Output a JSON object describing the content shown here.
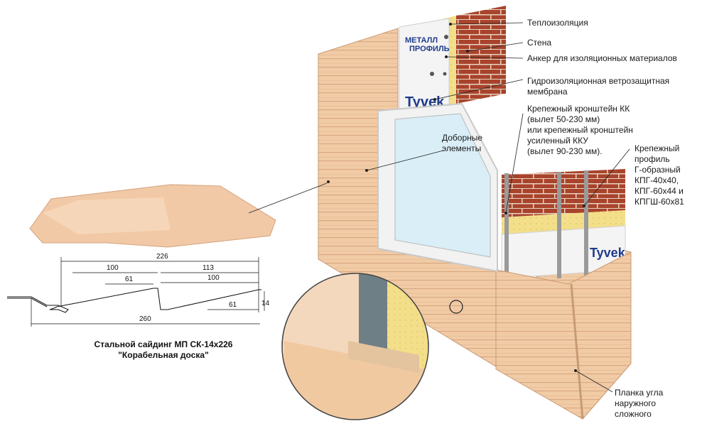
{
  "labels": {
    "insulation": "Теплоизоляция",
    "wall": "Стена",
    "anchor": "Анкер для изоляционных материалов",
    "membrane_1": "Гидроизоляционная ветрозащитная",
    "membrane_2": "мембрана",
    "bracket_1": "Крепежный кронштейн КК",
    "bracket_2": "(вылет 50-230 мм)",
    "bracket_3": "или крепежный кронштейн",
    "bracket_4": "усиленный ККУ",
    "bracket_5": "(вылет 90-230 мм).",
    "trim_1": "Доборные",
    "trim_2": "элементы",
    "profile_1": "Крепежный",
    "profile_2": "профиль",
    "profile_3": "Г-образный",
    "profile_4": "КПГ-40х40,",
    "profile_5": "КПГ-60х44 и",
    "profile_6": "КПГШ-60х81",
    "corner_1": "Планка угла",
    "corner_2": "наружного",
    "corner_3": "сложного"
  },
  "caption": {
    "line1": "Стальной сайдинг МП СК-14х226",
    "line2": "\"Корабельная доска\""
  },
  "dimensions": {
    "d226": "226",
    "d100a": "100",
    "d113": "113",
    "d61a": "61",
    "d100b": "100",
    "d61b": "61",
    "d14": "14",
    "d260": "260"
  },
  "brands": {
    "insulation_brand_1": "МЕТАЛЛ",
    "insulation_brand_2": "ПРОФИЛЬ",
    "membrane_brand": "Tyvek"
  },
  "colors": {
    "siding": "#f1cba5",
    "siding_line": "#d8a982",
    "brick": "#a9432c",
    "mortar": "#e9d6c3",
    "insulation": "#f3df8a",
    "membrane": "#f4f4f4",
    "glass": "#d9eef7"
  }
}
